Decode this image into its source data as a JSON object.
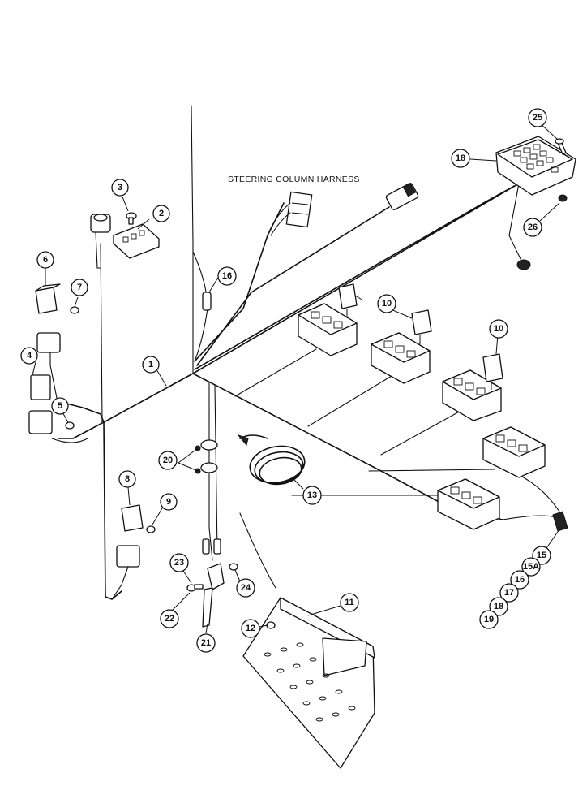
{
  "caption": "STEERING COLUMN HARNESS",
  "callouts": {
    "c1": "1",
    "c2": "2",
    "c3": "3",
    "c4": "4",
    "c5": "5",
    "c6": "6",
    "c7": "7",
    "c8": "8",
    "c9": "9",
    "c10a": "10",
    "c10b": "10",
    "c11": "11",
    "c12": "12",
    "c13": "13",
    "c15": "15",
    "c15a": "15A",
    "c16": "16",
    "c17": "17",
    "c18": "18",
    "c19": "19",
    "c20": "20",
    "c21": "21",
    "c22": "22",
    "c23": "23",
    "c24": "24",
    "c25": "25",
    "c26": "26",
    "c18b": "18",
    "c16b": "16"
  }
}
